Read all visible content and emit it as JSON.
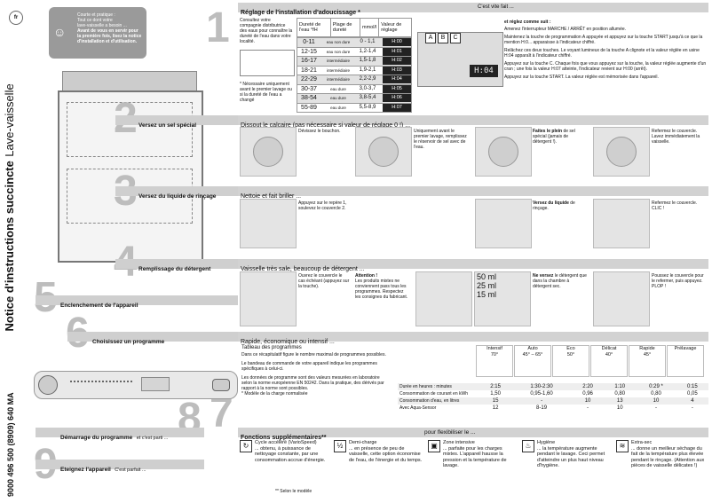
{
  "lang_badge": "fr",
  "side_title": "Notice d'instructions succincte",
  "side_sub": "Lave-vaisselle",
  "side_code": "9000 496 500 (8909) 640 MA",
  "info_box": {
    "l1": "Courte et pratique :",
    "l2": "Tout ce dont votre",
    "l3": "lave-vaisselle a besoin ...",
    "l4": "Avant de vous en servir pour",
    "l5": "la première fois, lisez la notice",
    "l6": "d'installation et d'utilisation."
  },
  "steps": {
    "s1": {
      "num": "1",
      "title": "Réglage de l'installation d'adoucissage *",
      "right": "C'est vite fait ..."
    },
    "s2": {
      "num": "2",
      "title": "Versez un sel spécial",
      "sub": "Dissout le calcaire (pas nécessaire si valeur de réglage 0 !) ..."
    },
    "s3": {
      "num": "3",
      "title": "Versez du liquide de rinçage",
      "sub": "Nettoie et fait briller ..."
    },
    "s4": {
      "num": "4",
      "title": "Remplissage du détergent",
      "sub": "Vaisselle très sale, beaucoup de détergent ..."
    },
    "s5": {
      "num": "5",
      "title": "Enclenchement de l'appareil"
    },
    "s6": {
      "num": "6",
      "title": "Choisissez un programme",
      "sub": "Rapide, économique ou intensif ..."
    },
    "s7": {
      "num": "7",
      "title": "Fonctions supplémentaires**",
      "mid": "pour flexibiliser le ..."
    },
    "s8": {
      "num": "8",
      "title": "Démarrage du programme",
      "tail": "et c'est parti ..."
    },
    "s9": {
      "num": "9",
      "title": "Eteignez l'appareil",
      "tail": "C'est parfait ..."
    }
  },
  "hard": {
    "intro": "Consultez votre compagnie distributrice des eaux pour connaître la dureté de l'eau dans votre localité.",
    "note": "* Nécessaire uniquement avant le premier lavage ou si la dureté de l'eau a changé",
    "headers": [
      "Dureté de l'eau °fH",
      "Plage de dureté",
      "mmol/l",
      "Valeur de réglage"
    ],
    "rows": [
      [
        "0-11",
        "eau non dure",
        "0 - 1,1",
        "H:00"
      ],
      [
        "12-15",
        "eau non dure",
        "1,2-1,4",
        "H:01"
      ],
      [
        "16-17",
        "intermédiaire",
        "1,5-1,8",
        "H:02"
      ],
      [
        "18-21",
        "intermédiaire",
        "1,9-2,1",
        "H:03"
      ],
      [
        "22-29",
        "intermédiaire",
        "2,2-2,9",
        "H:04"
      ],
      [
        "30-37",
        "eau dure",
        "3,0-3,7",
        "H:05"
      ],
      [
        "38-54",
        "eau dure",
        "3,8-5,4",
        "H:06"
      ],
      [
        "55-89",
        "eau dure",
        "5,5-8,9",
        "H:07"
      ]
    ],
    "display": "H:04",
    "keys": [
      "A",
      "B",
      "C"
    ],
    "instr_title": "et réglez comme suit :",
    "instr": [
      "Amenez l'interrupteur MARCHE / ARRÊT en position allumée.",
      "Maintenez la touche de programmation A appuyée et appuyez sur la touche START jusqu'à ce que la mention H:0... apparaisse à l'indicateur chiffré.",
      "Relâchez ces deux touches. Le voyant lumineux de la touche A clignote et la valeur réglée en usine H:04 apparaît à l'indicateur chiffré.",
      "Appuyez sur la touche C. Chaque fois que vous appuyez sur la touche, la valeur réglée augmente d'un cran ; une fois la valeur H:07 atteinte, l'indicateur revient sur H:00 (arrêt).",
      "Appuyez sur la touche START. La valeur réglée est mémorisée dans l'appareil."
    ]
  },
  "salt": {
    "t1": "Dévissez le bouchon.",
    "t2": "Uniquement avant le premier lavage, remplissez le réservoir de sel avec de l'eau.",
    "t3a": "Faites le plein",
    "t3b": "de sel spécial (jamais de détergent !).",
    "t4": "Refermez le couvercle. Lavez immédiatement la vaisselle."
  },
  "rinse": {
    "t1": "Appuyez sur le repère 1, soulevez le couvercle 2.",
    "t2a": "Versez du liquide",
    "t2b": "de rinçage.",
    "t3": "Refermez le couvercle. CLIC !"
  },
  "det": {
    "t1": "Ouvrez le couvercle le cas échéant (appuyez sur la touche).",
    "t2a": "Attention !",
    "t2b": "Les produits mixtes ne conviennent pass tous les programmes. Respectez les consignes du fabricant.",
    "ml": [
      "50 ml",
      "25 ml",
      "15 ml"
    ],
    "t3a": "Ne versez",
    "t3b": "le détergent que dans la chambre à détergent sec.",
    "t4": "Poussez le couvercle pour le refermer, puis appuyez. PLOP !"
  },
  "prog": {
    "p1": "Tableau des programmes",
    "p2": "Dans ce récapitulatif figure le nombre maximal de programmes possibles.",
    "p3": "Le bandeau de commande de votre appareil indique les programmes spécifiques à celui-ci.",
    "p4": "Les données de programme sont des valeurs mesurées en laboratoire selon la norme européenne EN 50242. Dans la pratique, des dérivés par rapport à la norme sont possibles.",
    "p5": "* Modèle de la charge normalisée",
    "types": [
      {
        "n": "Intensif",
        "t": "70°"
      },
      {
        "n": "Auto",
        "t": "45° – 65°"
      },
      {
        "n": "Eco",
        "t": "50°"
      },
      {
        "n": "Délicat",
        "t": "40°"
      },
      {
        "n": "Rapide",
        "t": "45°"
      },
      {
        "n": "Prélavage",
        "t": ""
      }
    ],
    "rows": [
      {
        "label": "Durée en heures : minutes",
        "v": [
          "2:15",
          "1:30-2:30",
          "2:20",
          "1:10",
          "0:29 *",
          "0:15"
        ]
      },
      {
        "label": "Consommation de courant en kWh",
        "v": [
          "1,50",
          "0,95-1,60",
          "0,96",
          "0,80",
          "0,80",
          "0,05"
        ]
      },
      {
        "label": "Consommation d'eau, en litres",
        "v": [
          "15",
          "-",
          "10",
          "13",
          "10",
          "4"
        ]
      },
      {
        "label": "Avec Aqua-Sensor",
        "v": [
          "12",
          "8-19",
          "-",
          "10",
          "-",
          "-"
        ]
      }
    ]
  },
  "funcs": [
    {
      "icon": "↻",
      "title": "Cycle accéléré (VarioSpeed)",
      "text": "... obtenu, à puissance de nettoyage constante, par une consommation accrue d'énergie."
    },
    {
      "icon": "½",
      "title": "Demi-charge",
      "text": "... en présence de peu de vaisselle, cette option économise de l'eau, de l'énergie et du temps."
    },
    {
      "icon": "▣",
      "title": "Zone intensive",
      "text": "... parfaite pour les charges mixtes. L'appareil hausse la pression et la température de lavage."
    },
    {
      "icon": "♨",
      "title": "Hygiène",
      "text": "... la température augmente pendant le lavage. Ceci permet d'atteindre un plus haut niveau d'hygiène."
    },
    {
      "icon": "≋",
      "title": "Extra-sec",
      "text": "... donne un meilleur séchage du fait de la température plus élevée pendant le rinçage. (Attention aux pièces de vaisselle délicates !)"
    }
  ],
  "footnote": "** Selon le modèle"
}
